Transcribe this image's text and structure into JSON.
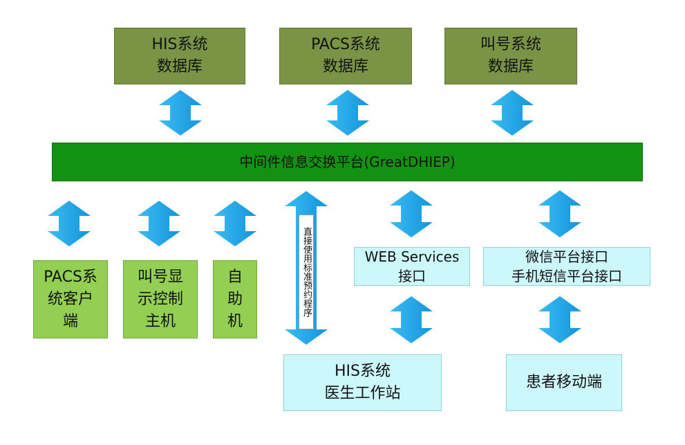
{
  "databases": [
    {
      "label": "HIS系统\n数据库"
    },
    {
      "label": "PACS系统\n数据库"
    },
    {
      "label": "叫号系统\n数据库"
    }
  ],
  "middleware": {
    "label": "中间件信息交换平台(GreatDHIEP)"
  },
  "clients": [
    {
      "label": "PACS系\n统客户\n端"
    },
    {
      "label": "叫号显\n示控制\n主机"
    },
    {
      "label": "自\n助\n机"
    }
  ],
  "direct_link": {
    "label": "直接使用标准预约程序"
  },
  "services": [
    {
      "label": "WEB Services\n接口"
    },
    {
      "label": "微信平台接口\n手机短信平台接口"
    }
  ],
  "endpoints": [
    {
      "label": "HIS系统\n医生工作站"
    },
    {
      "label": "患者移动端"
    }
  ],
  "colors": {
    "database": "#7a9446",
    "middleware": "#139113",
    "client": "#92cf52",
    "service": "#ccf7fb",
    "arrow": "#1aa5e6"
  }
}
